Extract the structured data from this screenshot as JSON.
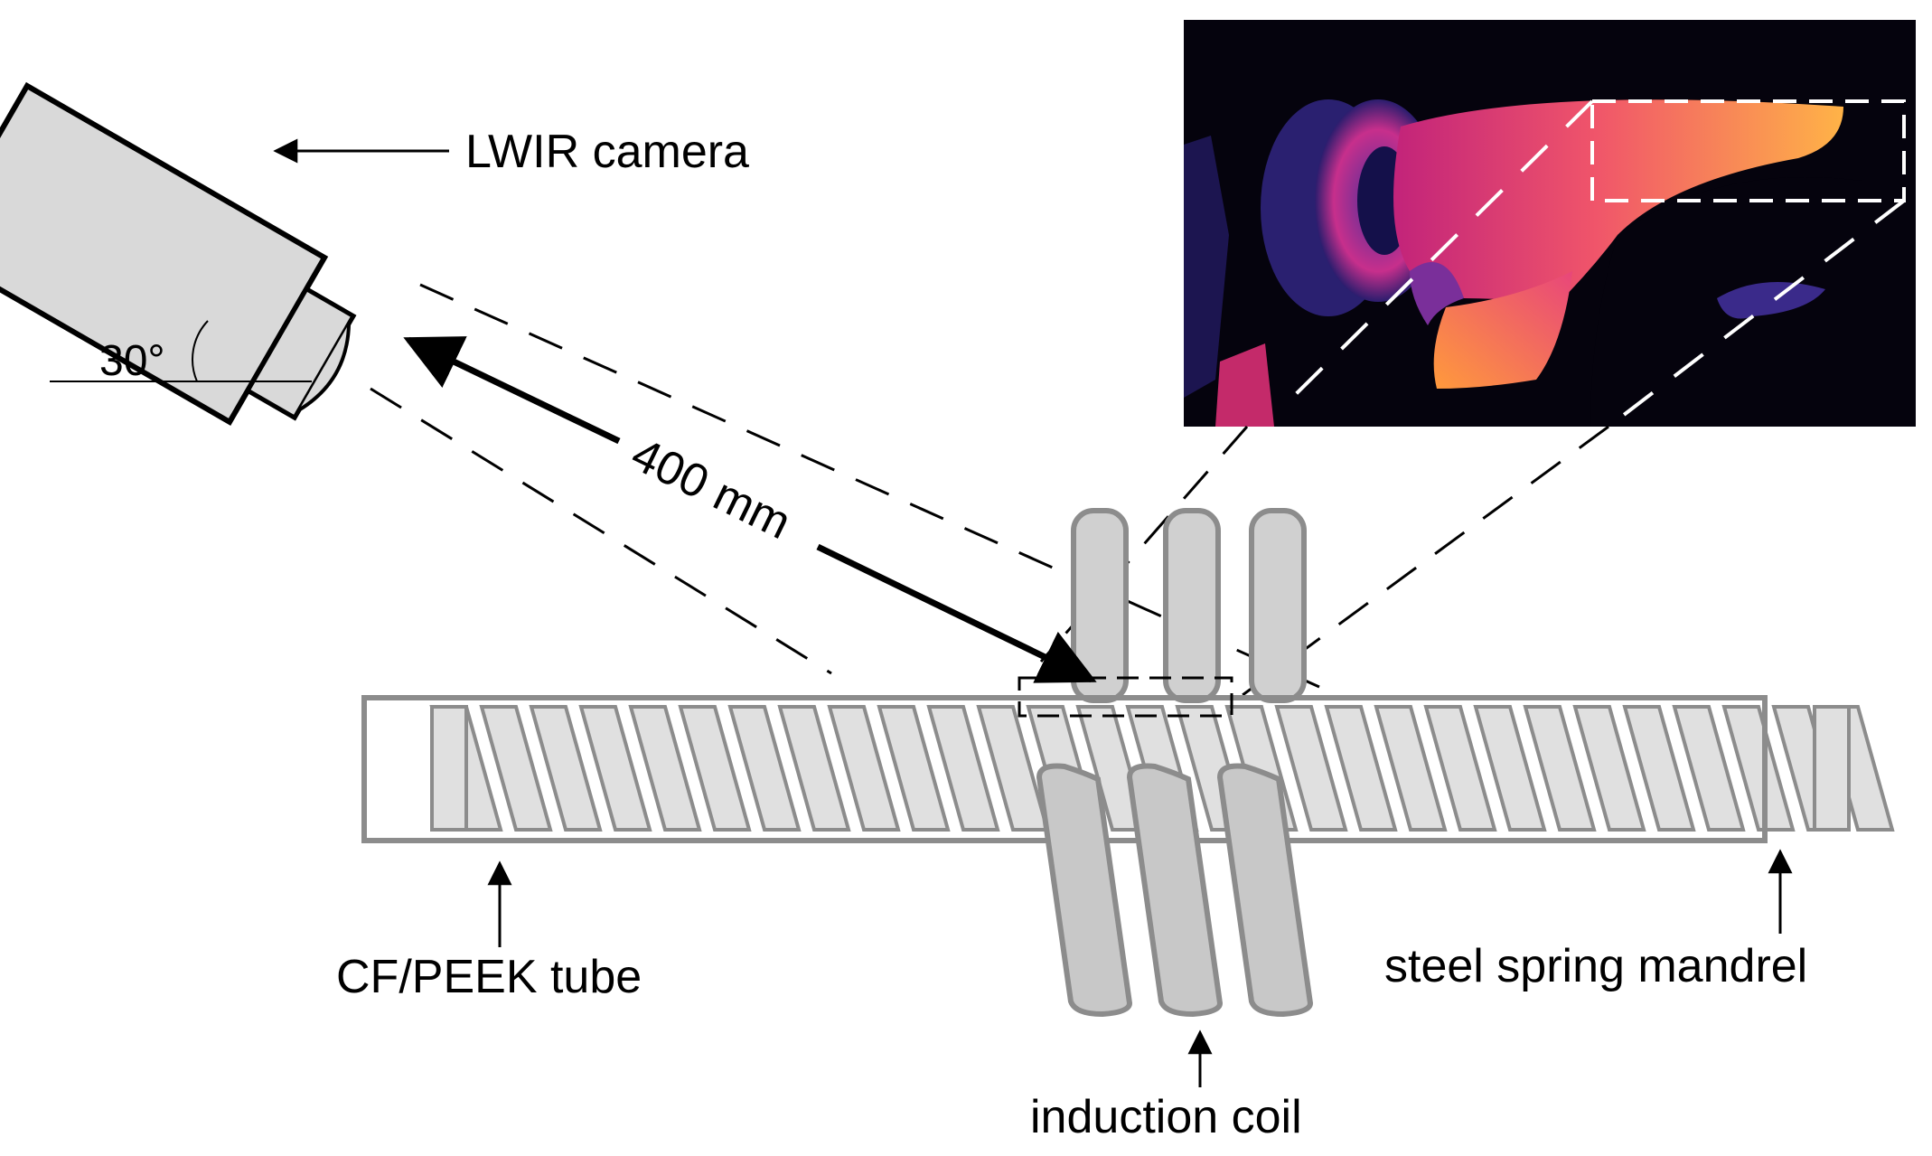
{
  "labels": {
    "camera": "LWIR camera",
    "angle": "30°",
    "distance": "400 mm",
    "tube": "CF/PEEK tube",
    "coil": "induction coil",
    "mandrel": "steel spring mandrel"
  },
  "colors": {
    "outline": "#8c8c8c",
    "fill": "#d9d9d9",
    "thermal_background": "#05030d",
    "thermal_hot": "#ffb347",
    "thermal_warm": "#e8467a",
    "thermal_cool": "#3a2a8a",
    "line": "#000000"
  }
}
